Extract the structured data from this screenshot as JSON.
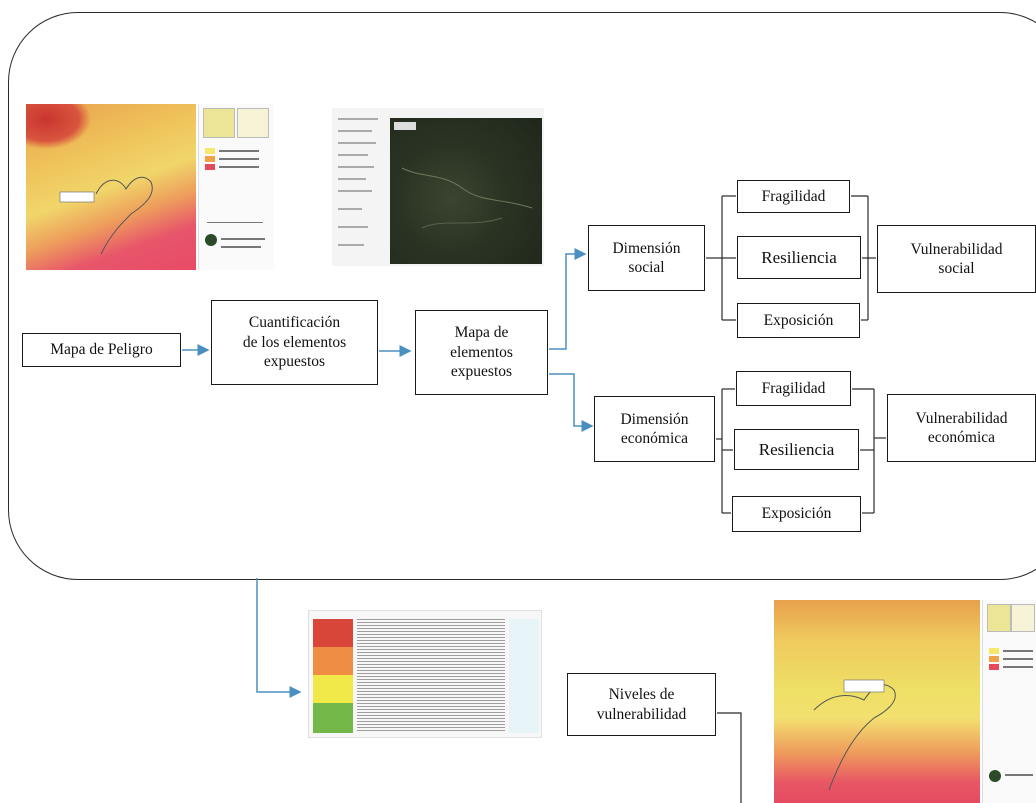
{
  "nodes": {
    "mapa_peligro": "Mapa de Peligro",
    "cuantificacion": "Cuantificación\nde los elementos\nexpuestos",
    "mapa_elementos": "Mapa de\nelementos\nexpuestos",
    "dim_social": "Dimensión\nsocial",
    "dim_economica": "Dimensión\neconómica",
    "fragilidad_s": "Fragilidad",
    "resiliencia_s": "Resiliencia",
    "exposicion_s": "Exposición",
    "fragilidad_e": "Fragilidad",
    "resiliencia_e": "Resiliencia",
    "exposicion_e": "Exposición",
    "vuln_social": "Vulnerabilidad\nsocial",
    "vuln_economica": "Vulnerabilidad\neconómica",
    "niveles": "Niveles de\nvulnerabilidad"
  },
  "colors": {
    "arrow": "#4a8fc0",
    "line": "#2a2a2a",
    "hazard_red": "#e64a5a",
    "hazard_orange": "#f0a24a",
    "hazard_yellow": "#f2e070",
    "satellite": "#2c3526"
  },
  "images": {
    "hazard_map": "hazard-map-thumbnail",
    "satellite_map": "satellite-gis-thumbnail",
    "vulnerability_table": "vulnerability-levels-table-thumbnail",
    "vulnerability_map": "vulnerability-map-thumbnail"
  }
}
